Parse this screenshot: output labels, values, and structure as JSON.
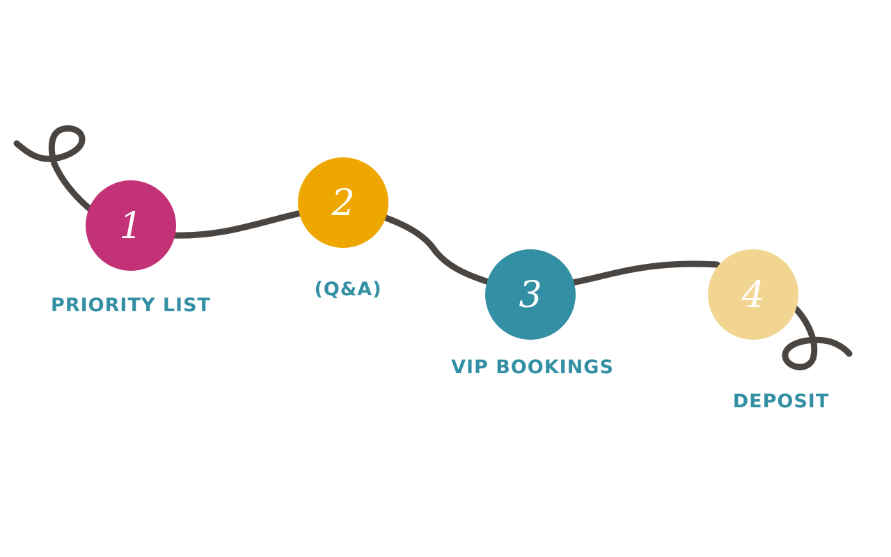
{
  "steps": [
    {
      "number": "1",
      "label": "PRIORITY LIST",
      "color": "#c33276"
    },
    {
      "number": "2",
      "label": "(Q&A)",
      "color": "#eea700"
    },
    {
      "number": "3",
      "label": "VIP BOOKINGS",
      "color": "#338fa3"
    },
    {
      "number": "4",
      "label": "DEPOSIT",
      "color": "#f3d592"
    }
  ],
  "line_color": "#4a4540",
  "label_color": "#338fa3"
}
